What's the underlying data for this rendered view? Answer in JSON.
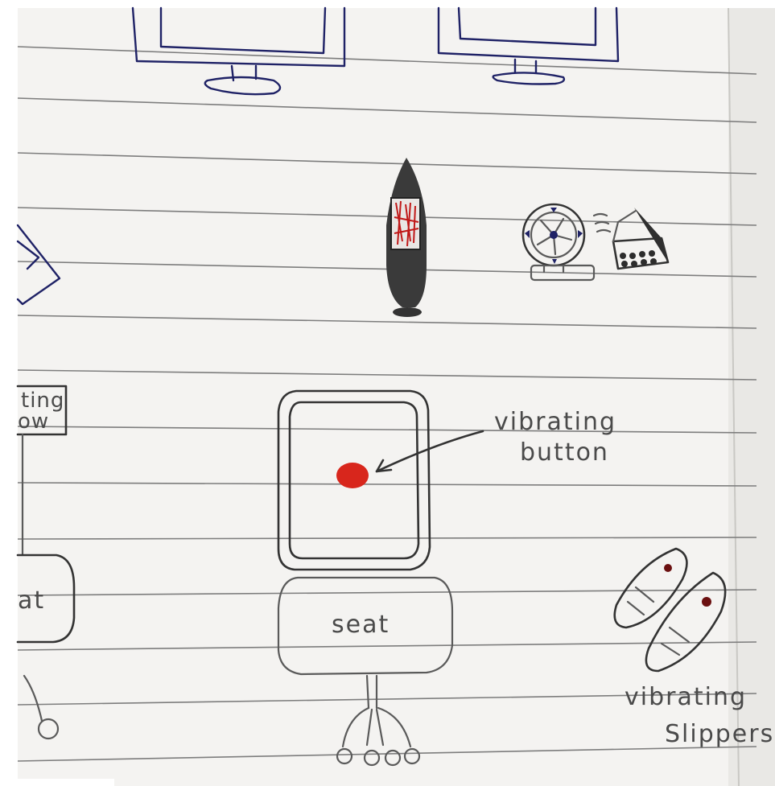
{
  "labels": {
    "vibrating_button": [
      "vibrating",
      "button"
    ],
    "seat": "seat",
    "vibrating_slippers": [
      "vibrating",
      "Slippers"
    ],
    "left_box_partial": [
      "ting",
      "ow"
    ],
    "left_seat_partial": "at"
  },
  "colors": {
    "paper": "#f4f3f1",
    "rule_line": "#7d7d7d",
    "pencil": "#5a5a5a",
    "ink_blue": "#1f2266",
    "red_button": "#d8261c",
    "slipper_dot": "#6b1010"
  }
}
